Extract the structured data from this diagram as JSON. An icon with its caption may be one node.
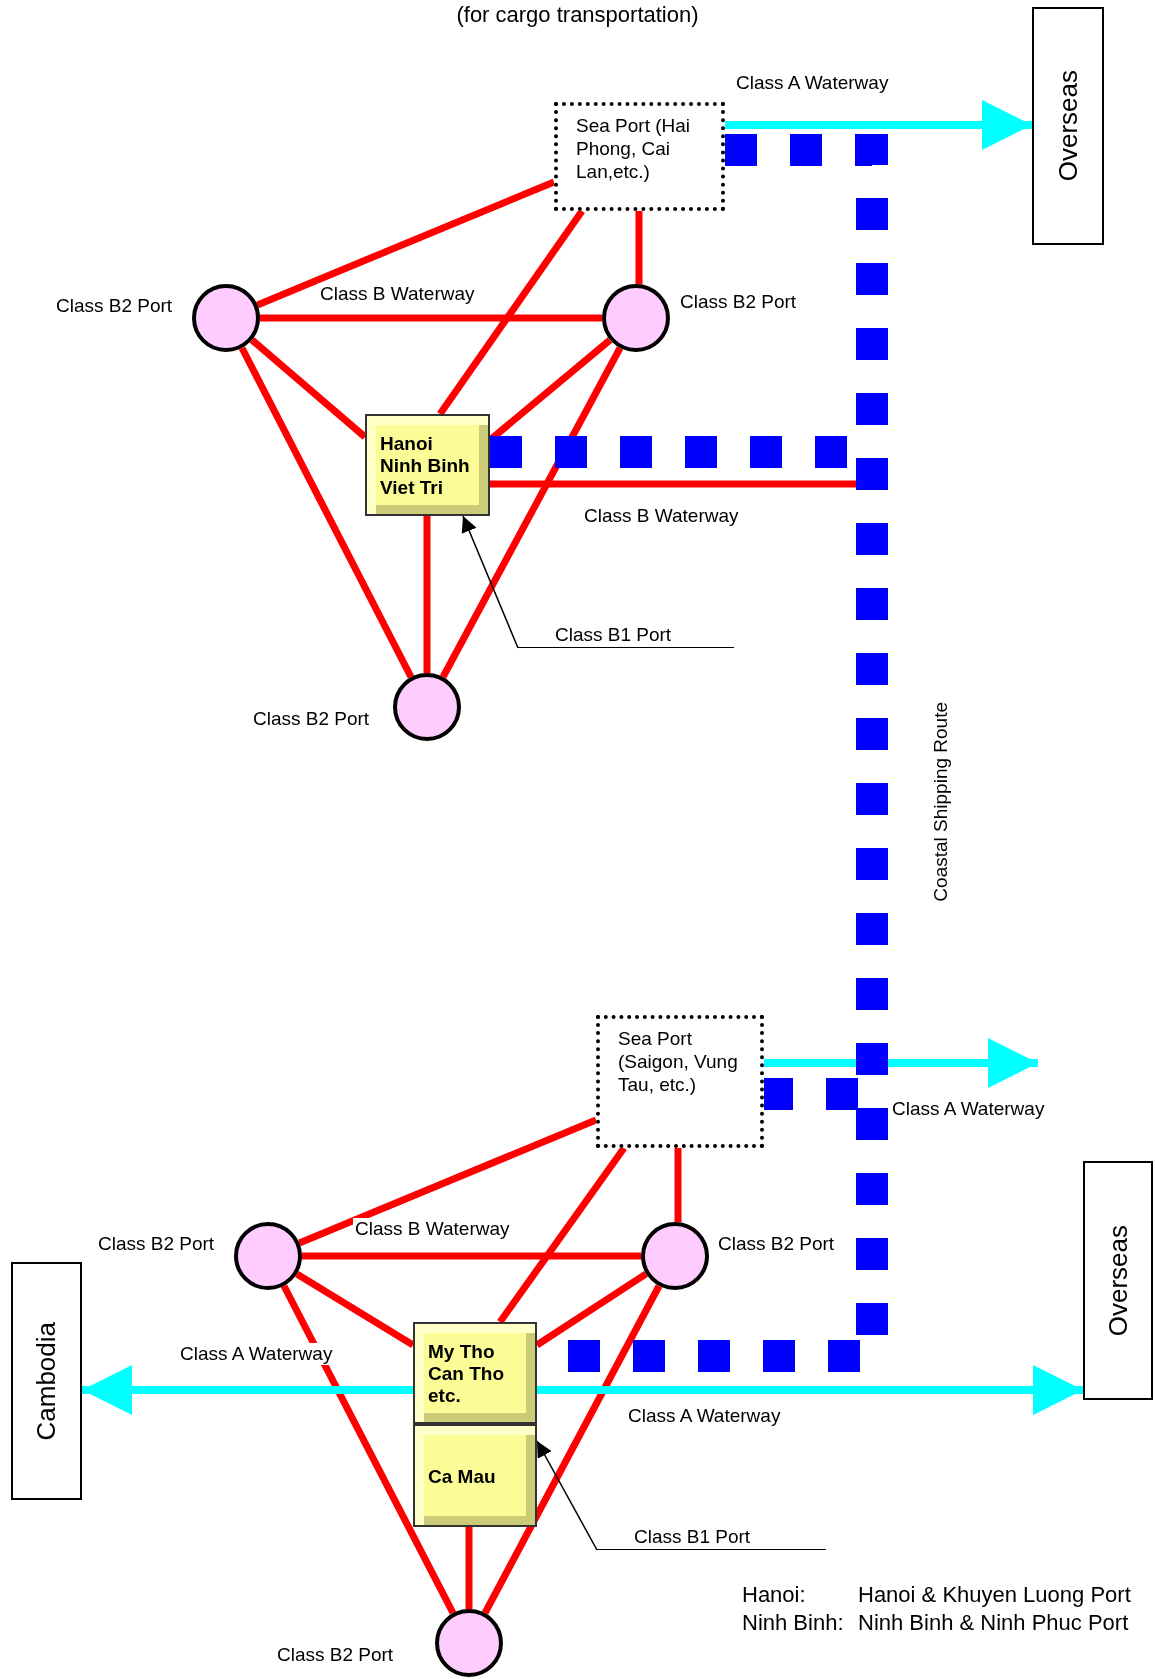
{
  "diagram": {
    "title": "(for cargo transportation)",
    "nodes": [
      {
        "text": [
          "Overseas"
        ]
      },
      {
        "text": [
          "Sea Port (Hai Phong, Cai Lan,etc.)"
        ]
      },
      {
        "text": [
          "Class B2 Port"
        ]
      },
      {
        "text": [
          "Class B2 Port"
        ]
      },
      {
        "text": [
          "Hanoi Ninh Binh Viet Tri"
        ]
      },
      {
        "text": [
          "Class B2 Port"
        ]
      },
      {
        "text": [
          "Class B1 Port"
        ]
      },
      {
        "text": [
          "Sea Port (Saigon, Vung Tau, etc.)"
        ]
      },
      {
        "text": [
          "Class B2 Port"
        ]
      },
      {
        "text": [
          "Class B2 Port"
        ]
      },
      {
        "text": [
          "Cambodia"
        ]
      },
      {
        "text": [
          "My Tho Can Tho etc."
        ]
      },
      {
        "text": [
          "Ca Mau"
        ]
      },
      {
        "text": [
          "Class B2 Port"
        ]
      },
      {
        "text": [
          "Overseas"
        ]
      },
      {
        "text": [
          "Class B1 Port"
        ]
      }
    ],
    "edges": [
      {
        "from": 1,
        "to": 0,
        "arrow": "to",
        "label": "Class A Waterway",
        "color": "#00ffff"
      },
      {
        "from": 1,
        "to": 2,
        "arrow": "none"
      },
      {
        "from": 1,
        "to": 4,
        "arrow": "none"
      },
      {
        "from": 1,
        "to": 3,
        "arrow": "none"
      },
      {
        "from": 2,
        "to": 3,
        "arrow": "none",
        "label": "Class B Waterway"
      },
      {
        "from": 2,
        "to": 4,
        "arrow": "none"
      },
      {
        "from": 3,
        "to": 4,
        "arrow": "none"
      },
      {
        "from": 2,
        "to": 5,
        "arrow": "none"
      },
      {
        "from": 3,
        "to": 5,
        "arrow": "none"
      },
      {
        "from": 4,
        "to": 5,
        "arrow": "none"
      },
      {
        "from": 4,
        "to": null,
        "arrow": "none",
        "label": "Class B Waterway"
      },
      {
        "from": 6,
        "to": 4,
        "arrow": "to",
        "color": "#000000"
      },
      {
        "from": 1,
        "to": 7,
        "arrow": "none",
        "style": "dashed",
        "color": "#0000ff"
      },
      {
        "from": 1,
        "to": 11,
        "arrow": "none",
        "style": "dashed",
        "color": "#0000ff",
        "label": "Coastal Shipping Route"
      },
      {
        "from": 4,
        "to": 7,
        "arrow": "none",
        "style": "dashed",
        "color": "#0000ff"
      },
      {
        "from": 4,
        "to": 11,
        "arrow": "none",
        "style": "dashed",
        "color": "#0000ff"
      },
      {
        "from": 7,
        "to": null,
        "arrow": "to",
        "label": "Class A Waterway",
        "color": "#00ffff"
      },
      {
        "from": 7,
        "to": 8,
        "arrow": "none"
      },
      {
        "from": 7,
        "to": 11,
        "arrow": "none"
      },
      {
        "from": 7,
        "to": 9,
        "arrow": "none"
      },
      {
        "from": 8,
        "to": 9,
        "arrow": "none",
        "label": "Class B Waterway"
      },
      {
        "from": 8,
        "to": 11,
        "arrow": "none"
      },
      {
        "from": 9,
        "to": 11,
        "arrow": "none"
      },
      {
        "from": 8,
        "to": 13,
        "arrow": "none"
      },
      {
        "from": 9,
        "to": 13,
        "arrow": "none"
      },
      {
        "from": 12,
        "to": 13,
        "arrow": "none"
      },
      {
        "from": 11,
        "to": 10,
        "arrow": "to",
        "label": "Class A Waterway",
        "color": "#00ffff"
      },
      {
        "from": 11,
        "to": 14,
        "arrow": "to",
        "label": "Class A Waterway",
        "color": "#00ffff"
      },
      {
        "from": 15,
        "to": 12,
        "arrow": "to",
        "color": "#000000"
      }
    ],
    "labels": [
      "Hanoi:",
      "Hanoi & Khuyen Luong Port",
      "Ninh Binh:",
      "Ninh Binh & Ninh Phuc Port"
    ]
  }
}
